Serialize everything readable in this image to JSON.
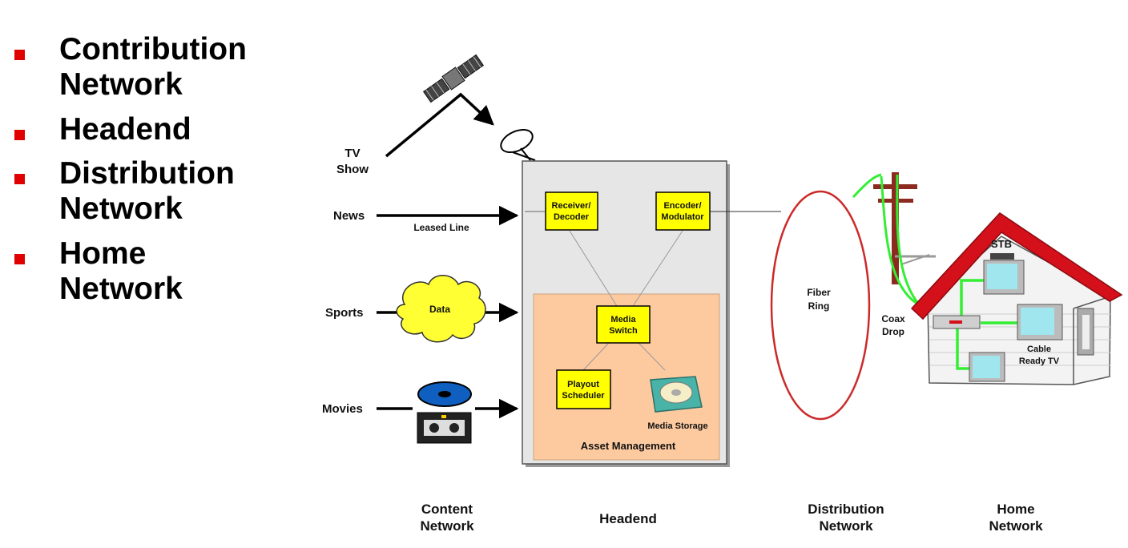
{
  "bullets": [
    {
      "lines": [
        "Contribution",
        "Network"
      ]
    },
    {
      "lines": [
        "Headend"
      ]
    },
    {
      "lines": [
        "Distribution",
        "Network"
      ]
    },
    {
      "lines": [
        "Home",
        "Network"
      ]
    }
  ],
  "sources": {
    "tv_show": [
      "TV",
      "Show"
    ],
    "news": "News",
    "leased_line": "Leased Line",
    "sports": "Sports",
    "data_cloud": "Data",
    "movies": "Movies"
  },
  "headend": {
    "receiver": [
      "Receiver/",
      "Decoder"
    ],
    "encoder": [
      "Encoder/",
      "Modulator"
    ],
    "media_switch": [
      "Media",
      "Switch"
    ],
    "playout": [
      "Playout",
      "Scheduler"
    ],
    "media_storage": "Media Storage",
    "asset_management": "Asset Management"
  },
  "distribution": {
    "fiber_ring": [
      "Fiber",
      "Ring"
    ],
    "coax_drop": [
      "Coax",
      "Drop"
    ]
  },
  "home": {
    "stb": "STB",
    "cable_ready_tv": [
      "Cable",
      "Ready TV"
    ]
  },
  "captions": {
    "content_network": [
      "Content",
      "Network"
    ],
    "headend": "Headend",
    "distribution_network": [
      "Distribution",
      "Network"
    ],
    "home_network": [
      "Home",
      "Network"
    ]
  },
  "colors": {
    "bullet": "#e00000",
    "box_fill": "#ffff00",
    "asset_area": "#fdcaa0",
    "headend_fill": "#e6e6e6",
    "fiber_ring": "#cc2a2a",
    "coax": "#33ee33",
    "roof": "#d4101a"
  }
}
